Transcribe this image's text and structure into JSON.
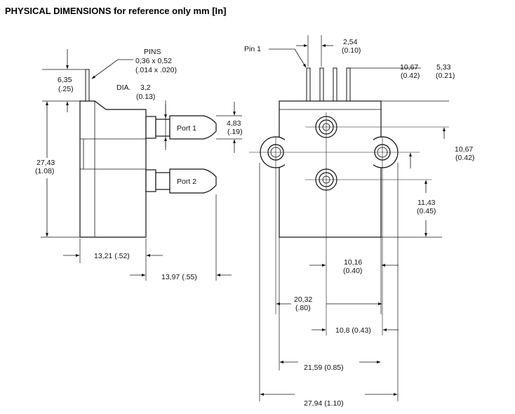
{
  "title": "PHYSICAL DIMENSIONS for reference only mm [In]",
  "labels": {
    "pins_title": "PINS",
    "pins_mm": "0,36 x 0,52",
    "pins_in": "(.014 x .020)",
    "dia_title": "DIA.",
    "dia_mm": "3,2",
    "dia_in": "(0.13)",
    "pin1": "Pin 1",
    "port1": "Port 1",
    "port2": "Port 2"
  },
  "dimensions": {
    "d_635_mm": "6,35",
    "d_635_in": "(.25)",
    "d_2743_mm": "27,43",
    "d_2743_in": "(1.08)",
    "d_483_mm": "4,83",
    "d_483_in": "(.19)",
    "d_1321": "13,21 (.52)",
    "d_1397": "13,97 (.55)",
    "d_254_mm": "2,54",
    "d_254_in": "(0.10)",
    "d_1067a_mm": "10,67",
    "d_1067a_in": "(0.42)",
    "d_533_mm": "5,33",
    "d_533_in": "(0.21)",
    "d_1067b_mm": "10,67",
    "d_1067b_in": "(0.42)",
    "d_1143_mm": "11,43",
    "d_1143_in": "(0.45)",
    "d_1016_mm": "10,16",
    "d_1016_in": "(0.40)",
    "d_2032_mm": "20,32",
    "d_2032_in": "(.80)",
    "d_108": "10,8 (0.43)",
    "d_2159": "21,59 (0.85)",
    "d_2794": "27,94 (1.10)"
  }
}
